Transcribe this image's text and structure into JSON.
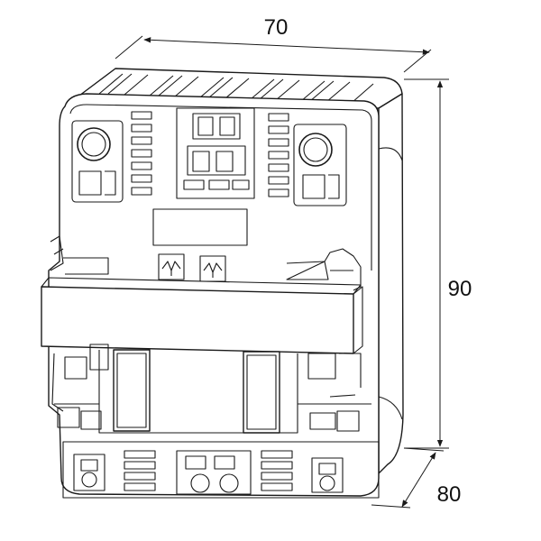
{
  "dimensions": {
    "width": "70",
    "height": "90",
    "depth": "80"
  }
}
